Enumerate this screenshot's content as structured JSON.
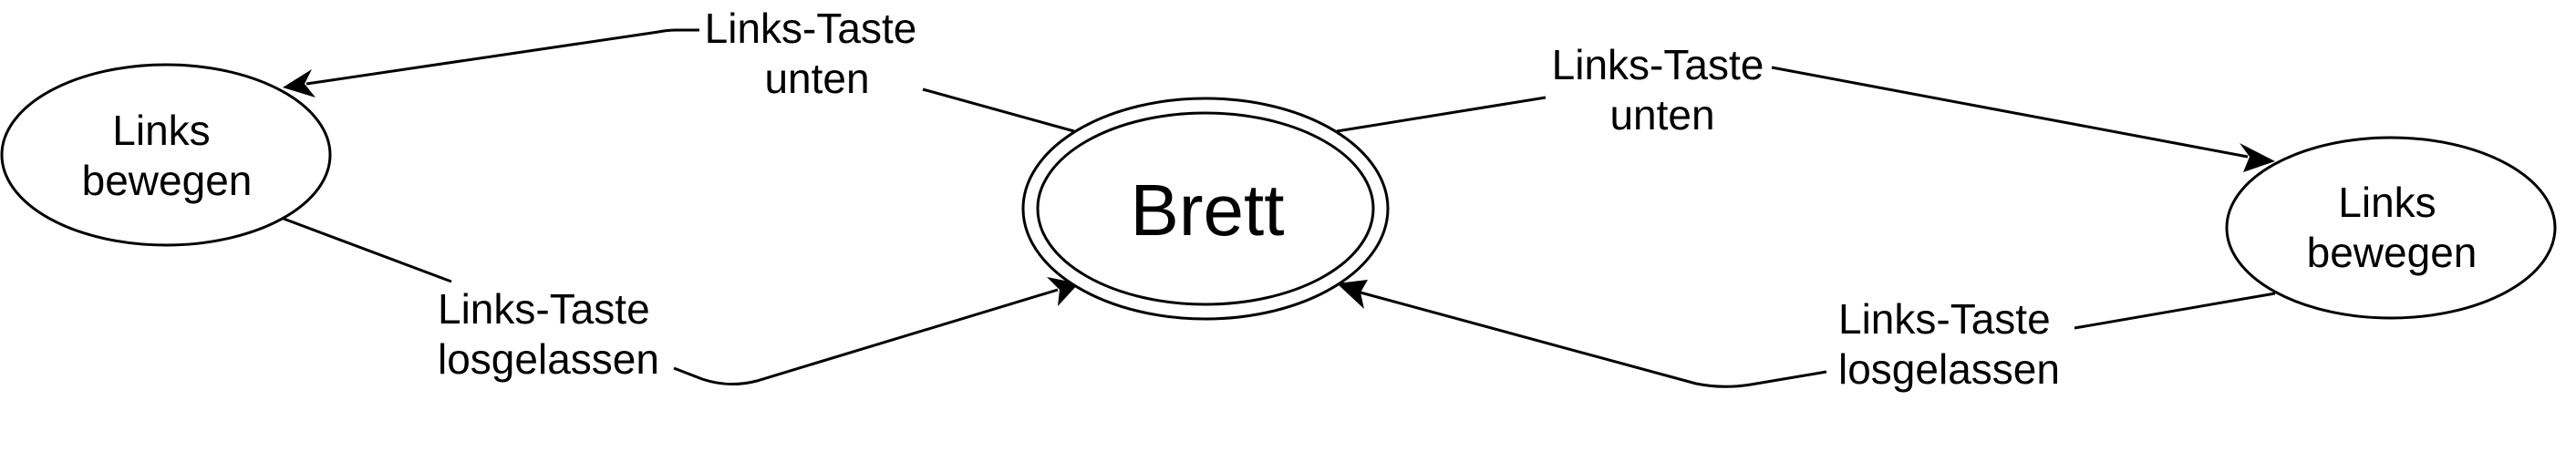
{
  "diagram": {
    "nodes": {
      "center": {
        "label": "Brett",
        "shape": "double-ellipse"
      },
      "left": {
        "label_lines": [
          "Links",
          "bewegen"
        ],
        "shape": "ellipse"
      },
      "right": {
        "label_lines": [
          "Links",
          "bewegen"
        ],
        "shape": "ellipse"
      }
    },
    "edges": {
      "center_to_left": {
        "label_lines": [
          "Links-Taste",
          "unten"
        ]
      },
      "left_to_center": {
        "label_lines": [
          "Links-Taste",
          "losgelassen"
        ]
      },
      "center_to_right": {
        "label_lines": [
          "Links-Taste",
          "unten"
        ]
      },
      "right_to_center": {
        "label_lines": [
          "Links-Taste",
          "losgelassen"
        ]
      }
    },
    "colors": {
      "stroke": "#000000",
      "background": "#ffffff"
    }
  }
}
